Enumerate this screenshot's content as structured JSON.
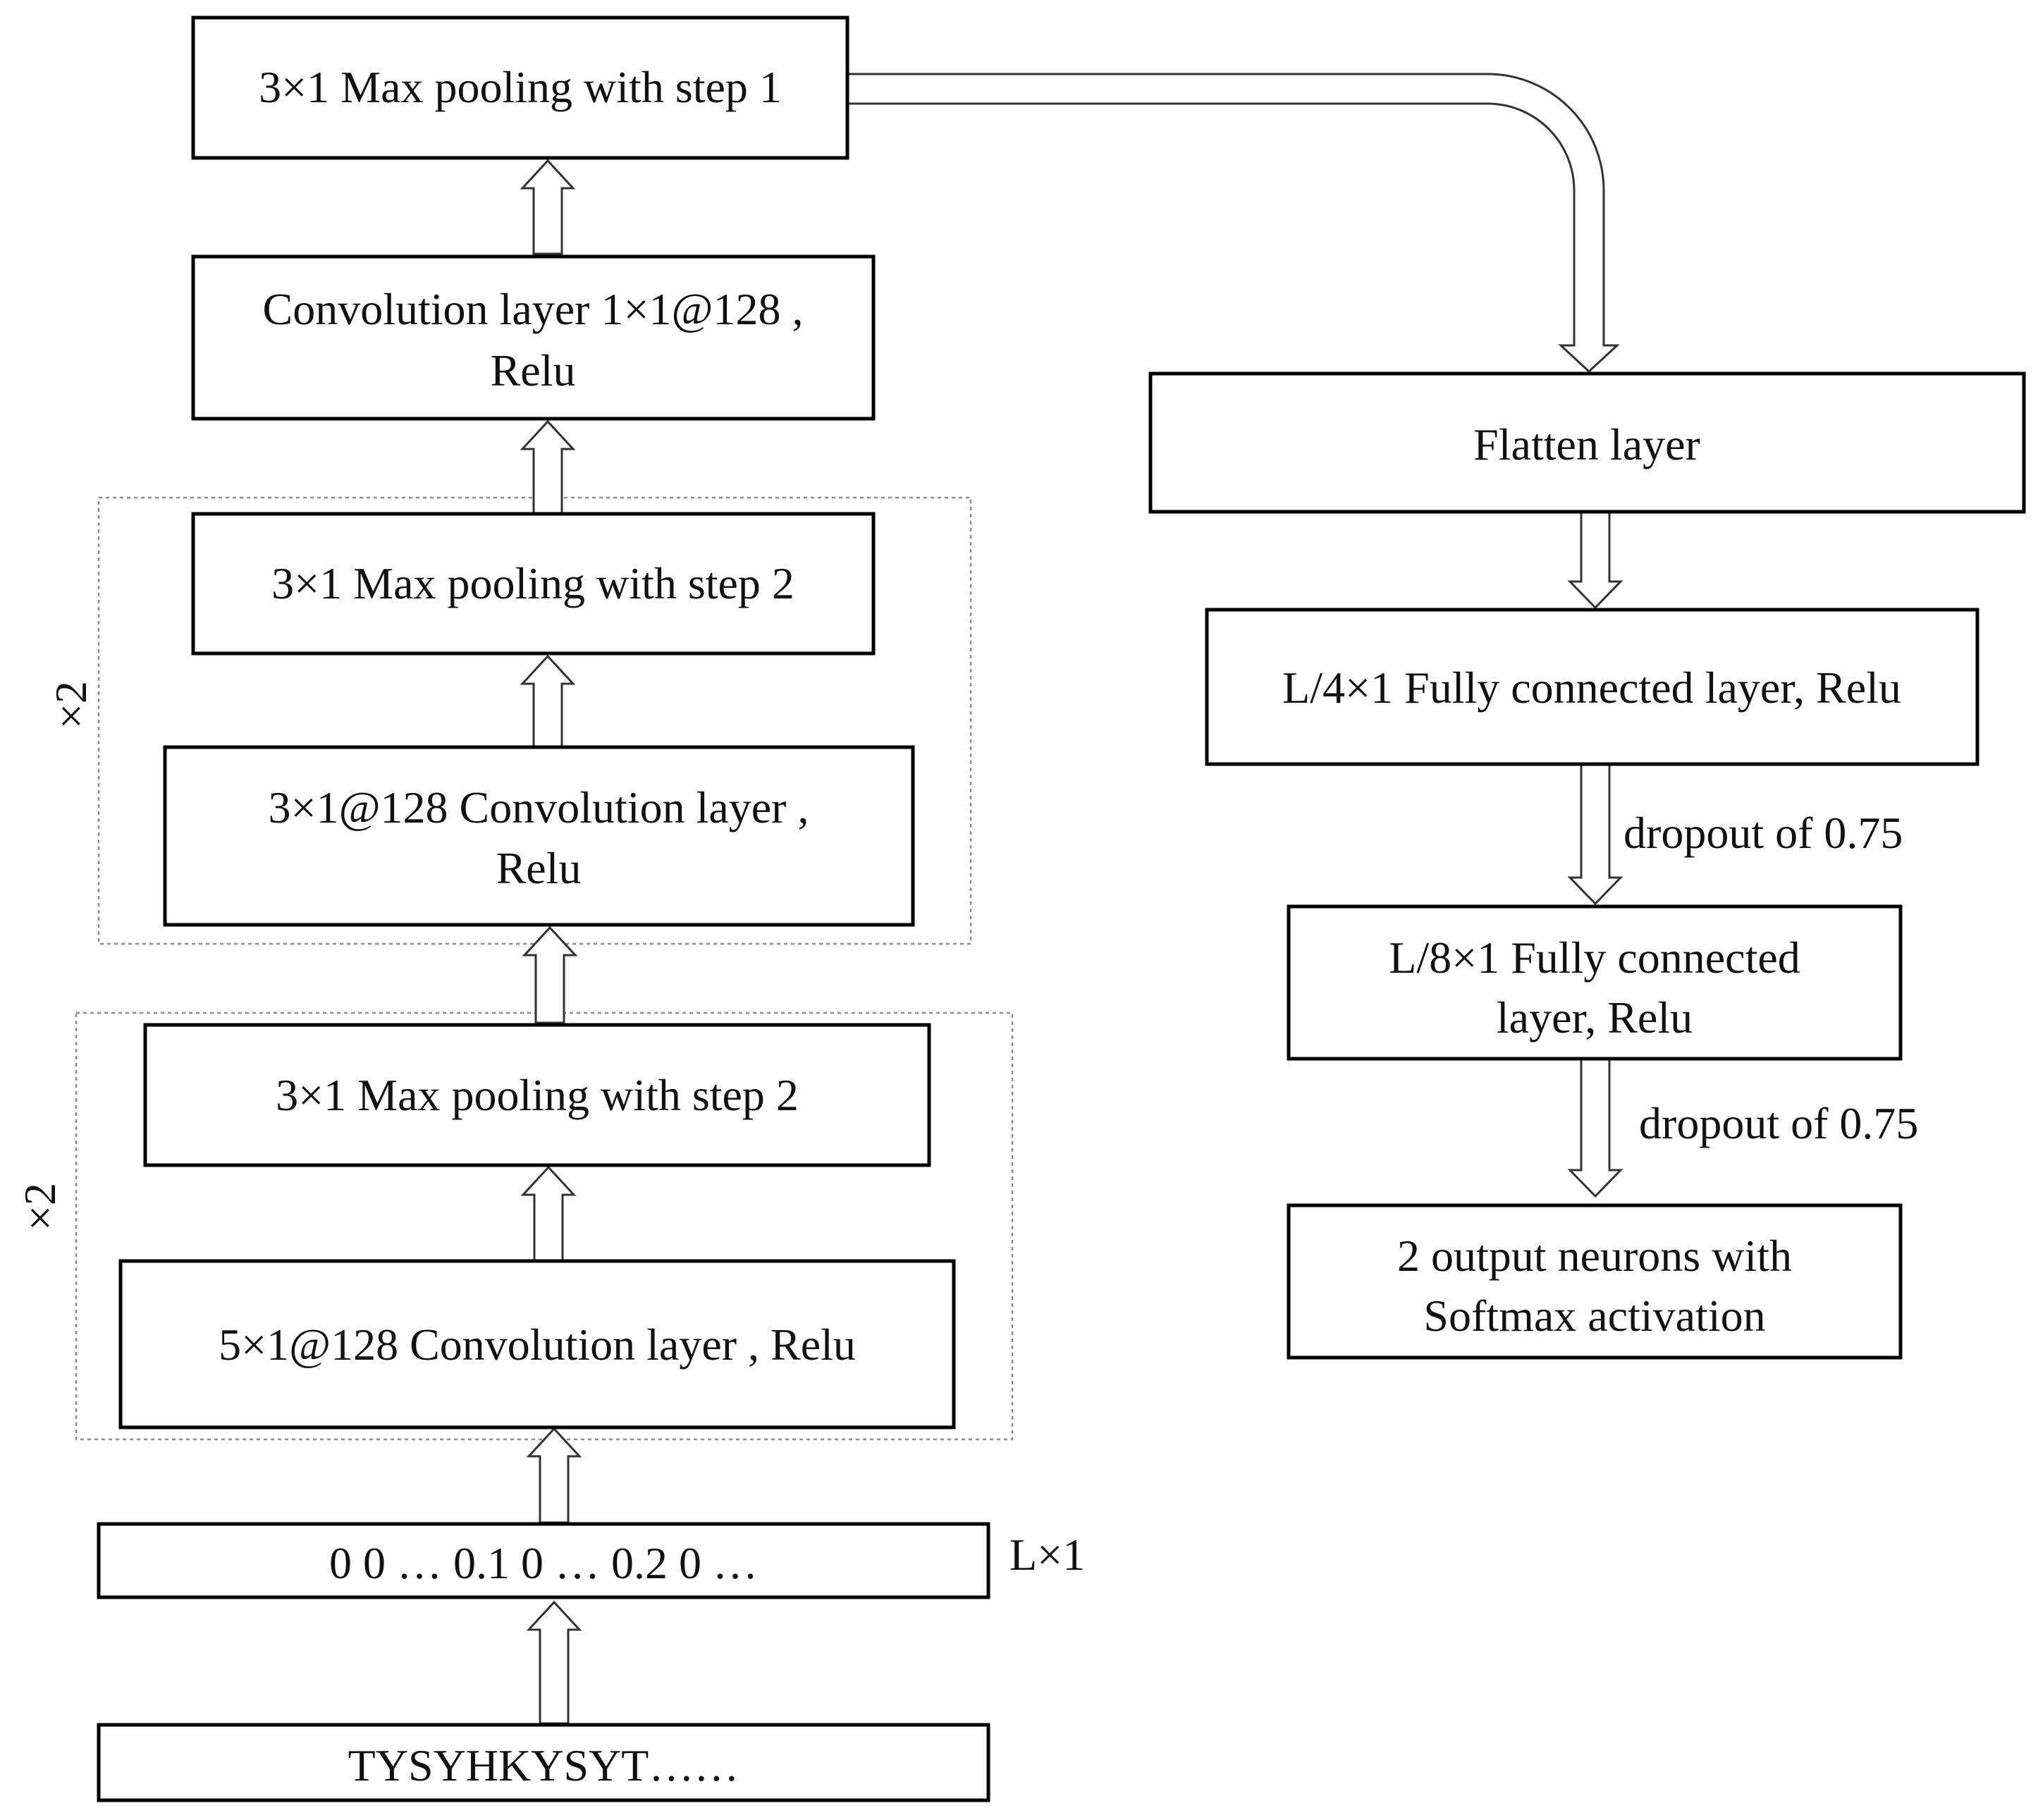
{
  "left_column": {
    "pool_step1": "3×1 Max pooling with step 1",
    "conv_1x1_line1": "Convolution layer 1×1@128 ,",
    "conv_1x1_line2": "Relu",
    "pool_step2_upper": "3×1 Max pooling with step 2",
    "conv_3x1_line1": "3×1@128 Convolution layer ,",
    "conv_3x1_line2": "Relu",
    "pool_step2_lower": "3×1 Max pooling with step 2",
    "conv_5x1": "5×1@128 Convolution layer , Relu",
    "encoding": "0 0 … 0.1 0 … 0.2 0 …",
    "sequence": "TYSYHKYSYT……"
  },
  "annotations": {
    "repeat_upper": "×2",
    "repeat_lower": "×2",
    "input_shape": "L×1",
    "dropout_1": "dropout of 0.75",
    "dropout_2": "dropout of 0.75"
  },
  "right_column": {
    "flatten": "Flatten layer",
    "fc_l4": "L/4×1 Fully connected layer, Relu",
    "fc_l8_line1": "L/8×1 Fully connected",
    "fc_l8_line2": "layer, Relu",
    "output_line1": "2 output neurons with",
    "output_line2": "Softmax activation"
  }
}
